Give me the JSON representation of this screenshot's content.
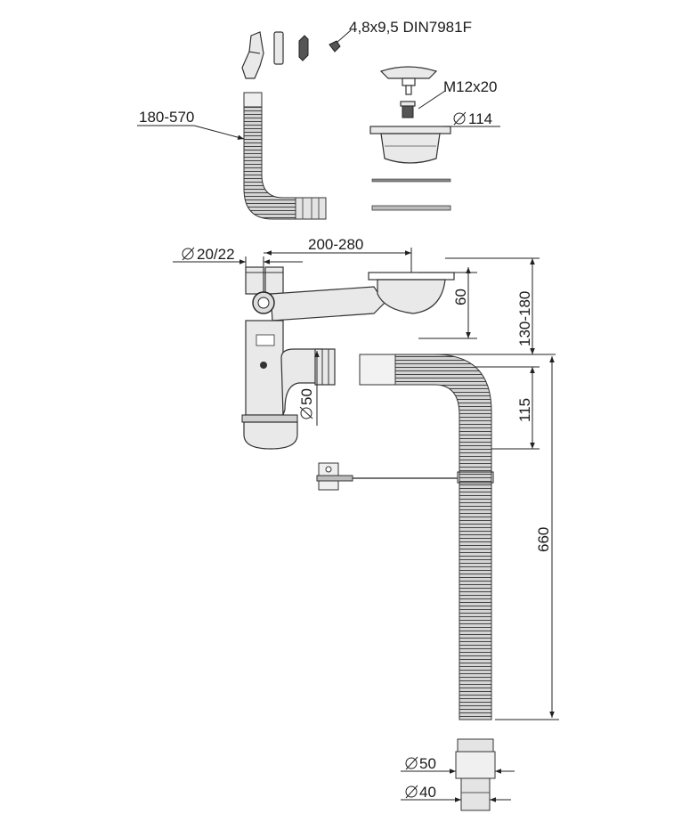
{
  "labels": {
    "screw": "4,8x9,5 DIN7981F",
    "bolt": "M12x20",
    "strainer_dia": "114",
    "flex_length": "180-570",
    "overflow_dia": "20/22",
    "overflow_reach": "200-280",
    "drop_60": "60",
    "drop_130_180": "130-180",
    "outlet_dia": "50",
    "height_115": "115",
    "height_660": "660",
    "end_dia_50": "50",
    "end_dia_40": "40"
  },
  "colors": {
    "line": "#222222",
    "part_fill": "#e9e9e9",
    "hose_fill": "#cfcfcf"
  }
}
